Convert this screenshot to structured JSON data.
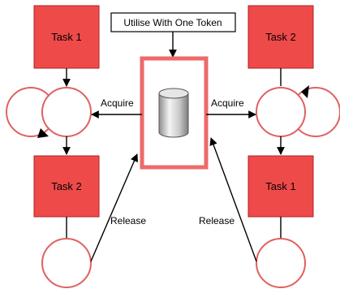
{
  "diagram": {
    "callout_label": "Utilise With One Token",
    "left": {
      "top_task_label": "Task 1",
      "bottom_task_label": "Task 2",
      "acquire_label": "Acquire",
      "release_label": "Release"
    },
    "right": {
      "top_task_label": "Task 2",
      "bottom_task_label": "Task 1",
      "acquire_label": "Acquire",
      "release_label": "Release"
    },
    "resource_icon": "database-cylinder-icon",
    "colors": {
      "task_fill": "#ef4a4a",
      "task_stroke": "#b02020",
      "circle_stroke": "#e06060",
      "resource_frame": "#ee6a6a",
      "arrow": "#000000"
    }
  }
}
